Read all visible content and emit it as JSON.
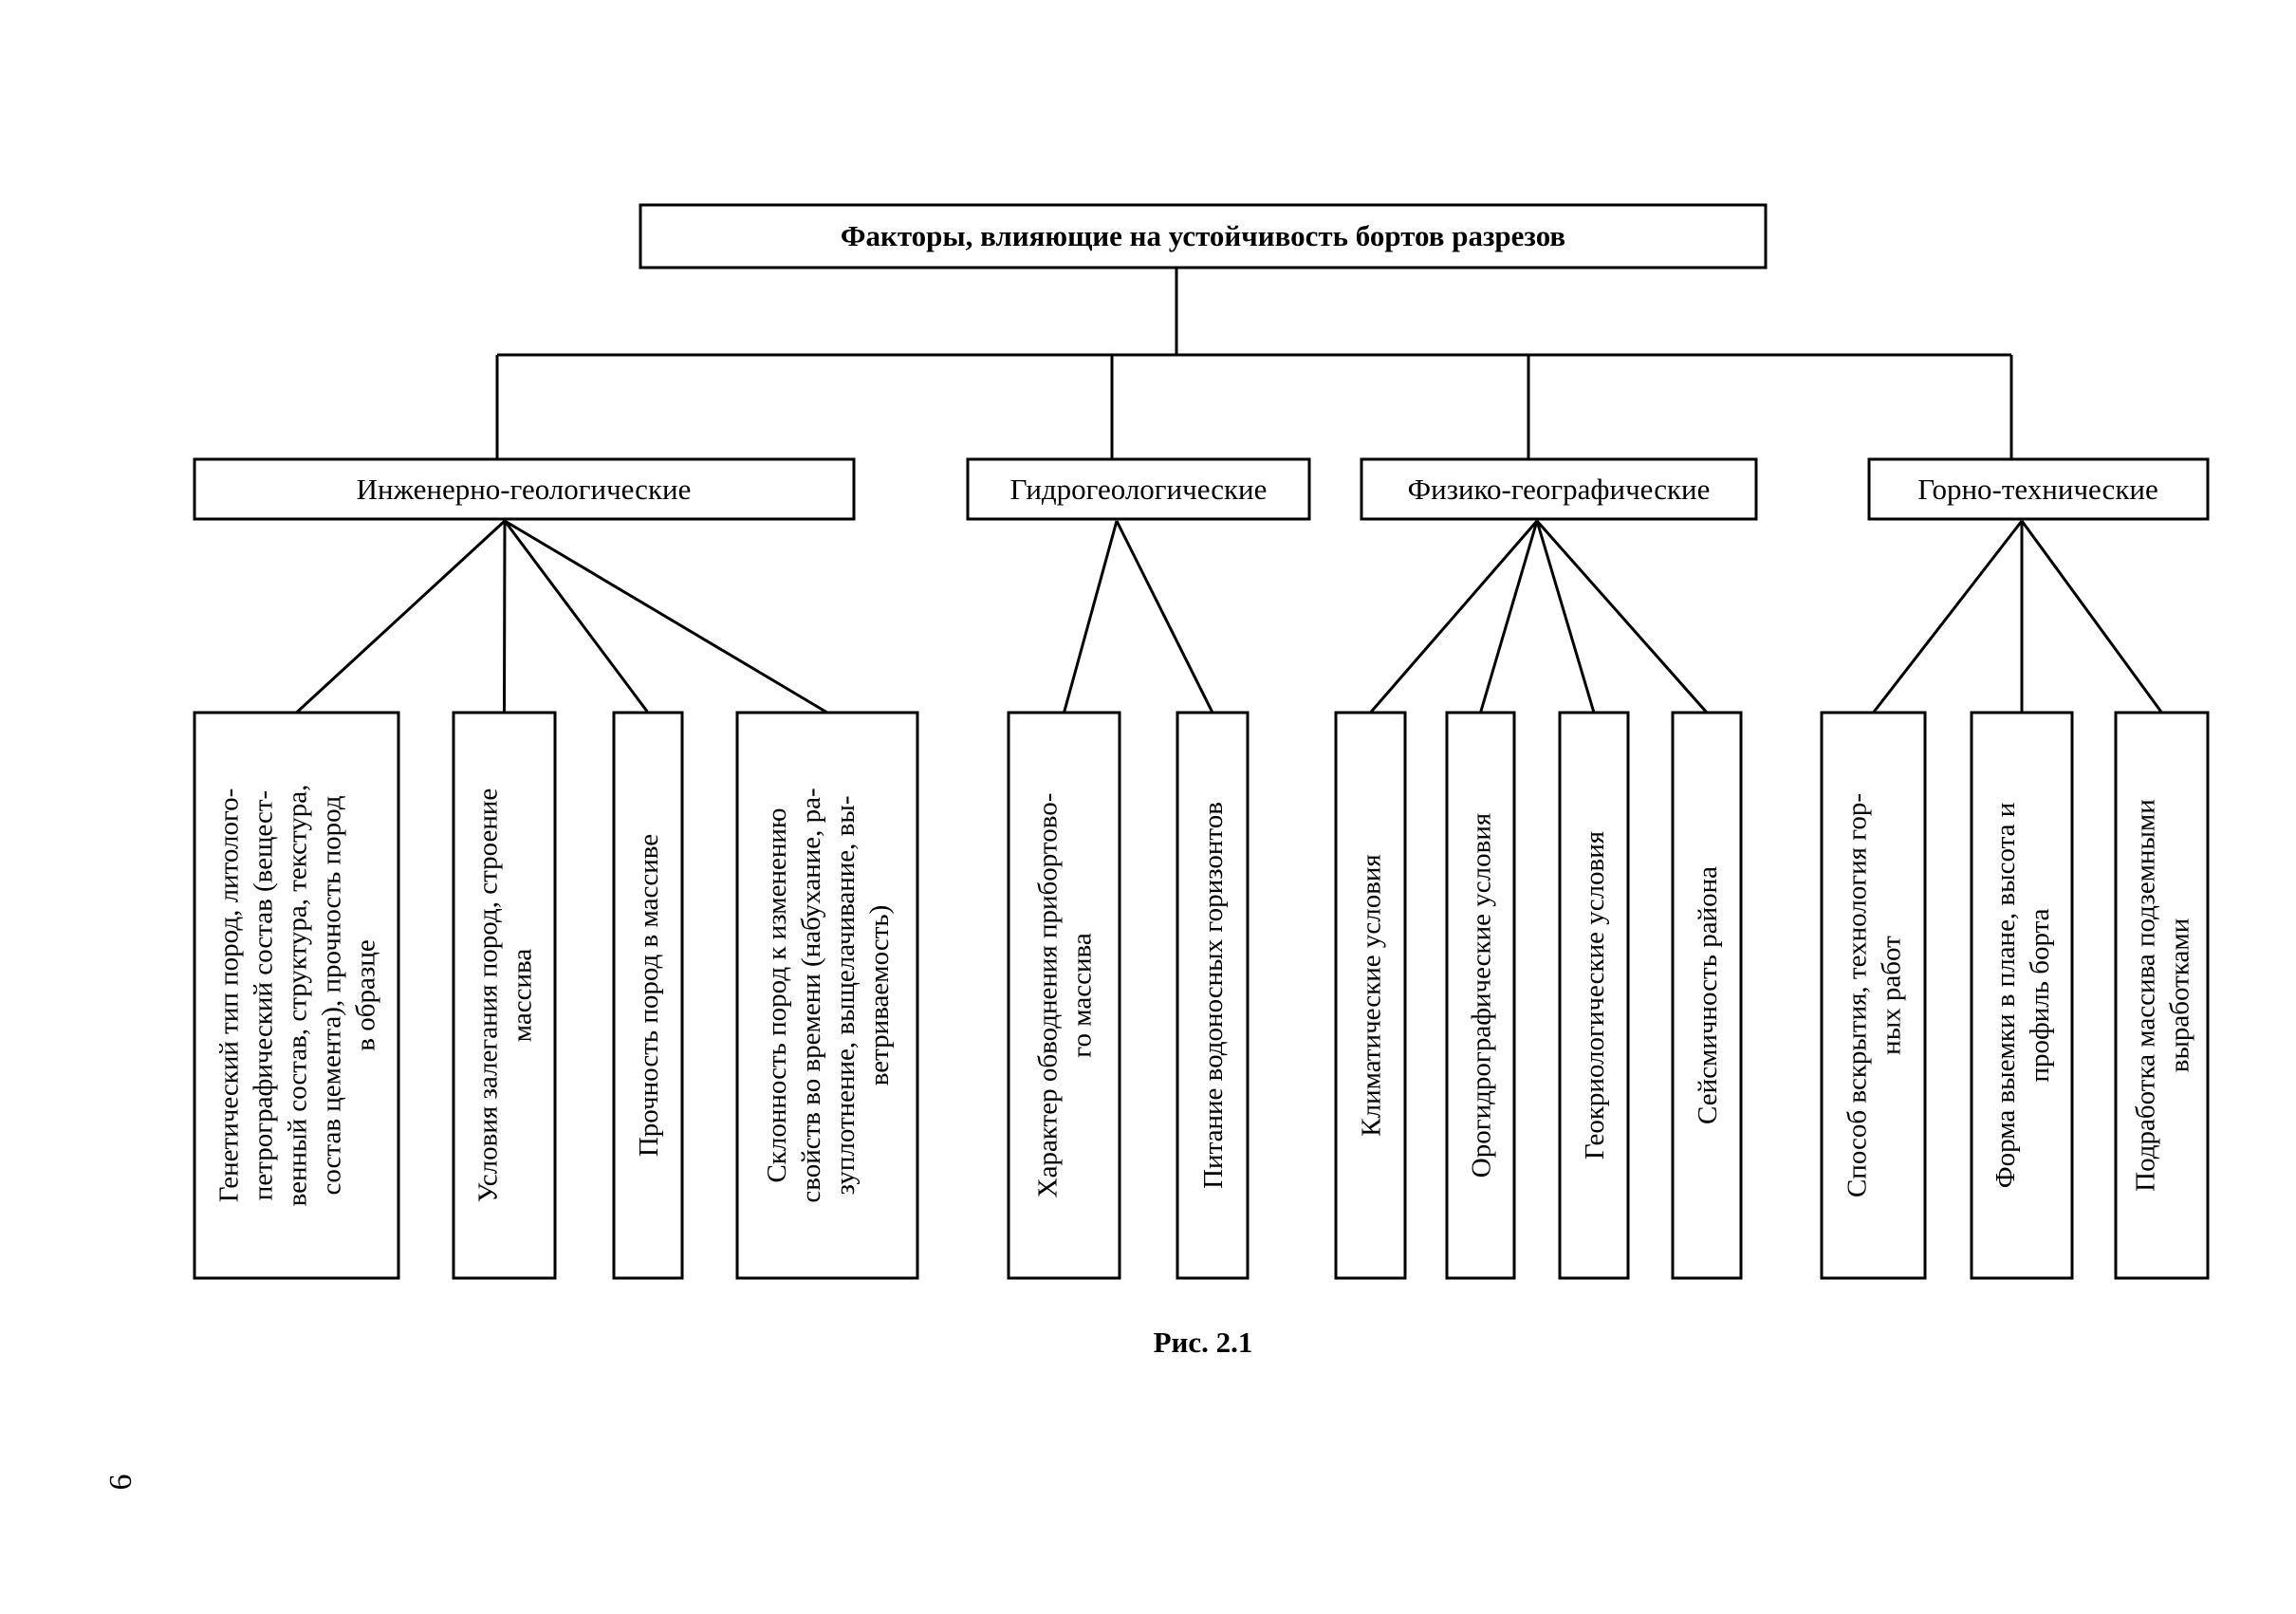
{
  "root": {
    "label": "Факторы, влияющие на устойчивость бортов разрезов"
  },
  "categories": [
    {
      "label": "Инженерно-геологические",
      "children": [
        [
          "Генетический тип пород, литолого-",
          "петрографический состав (вещест-",
          "венный состав, структура, текстура,",
          "состав цемента), прочность пород",
          "в образце"
        ],
        [
          "Условия залегания пород, строение",
          "массива"
        ],
        [
          "Прочность пород в массиве"
        ],
        [
          "Склонность пород к изменению",
          "свойств во времени (набухание, ра-",
          "зуплотнение, выщелачивание, вы-",
          "ветриваемость)"
        ]
      ]
    },
    {
      "label": "Гидрогеологические",
      "children": [
        [
          "Характер обводнения прибортово-",
          "го массива"
        ],
        [
          "Питание водоносных горизонтов"
        ]
      ]
    },
    {
      "label": "Физико-географические",
      "children": [
        [
          "Климатические условия"
        ],
        [
          "Орогидрографические условия"
        ],
        [
          "Геокриологические условия"
        ],
        [
          "Сейсмичность района"
        ]
      ]
    },
    {
      "label": "Горно-технические",
      "children": [
        [
          "Способ вскрытия, технология гор-",
          "ных работ"
        ],
        [
          "Форма выемки в плане, высота и",
          "профиль борта"
        ],
        [
          "Подработка массива подземными",
          "выработками"
        ]
      ]
    }
  ],
  "caption": "Рис. 2.1",
  "page_number": "6"
}
